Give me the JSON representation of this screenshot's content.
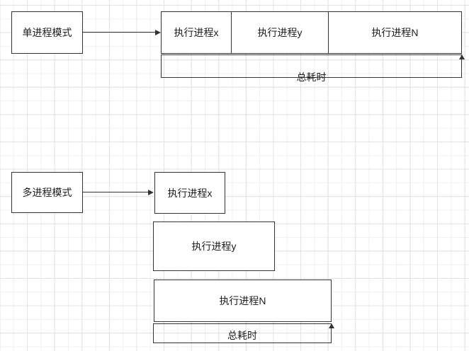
{
  "canvas": {
    "background_color": "#ffffff",
    "grid_minor_color": "#efefef",
    "grid_major_color": "#e2e2e2",
    "shape_border_color": "#333333",
    "text_color": "#1c1c1c"
  },
  "single_process_flow": {
    "mode_label": "单进程模式",
    "processes": [
      "执行进程x",
      "执行进程y",
      "执行进程N"
    ],
    "total_time_label": "总耗时"
  },
  "multi_process_flow": {
    "mode_label": "多进程模式",
    "processes": [
      "执行进程x",
      "执行进程y",
      "执行进程N"
    ],
    "total_time_label": "总耗时"
  }
}
